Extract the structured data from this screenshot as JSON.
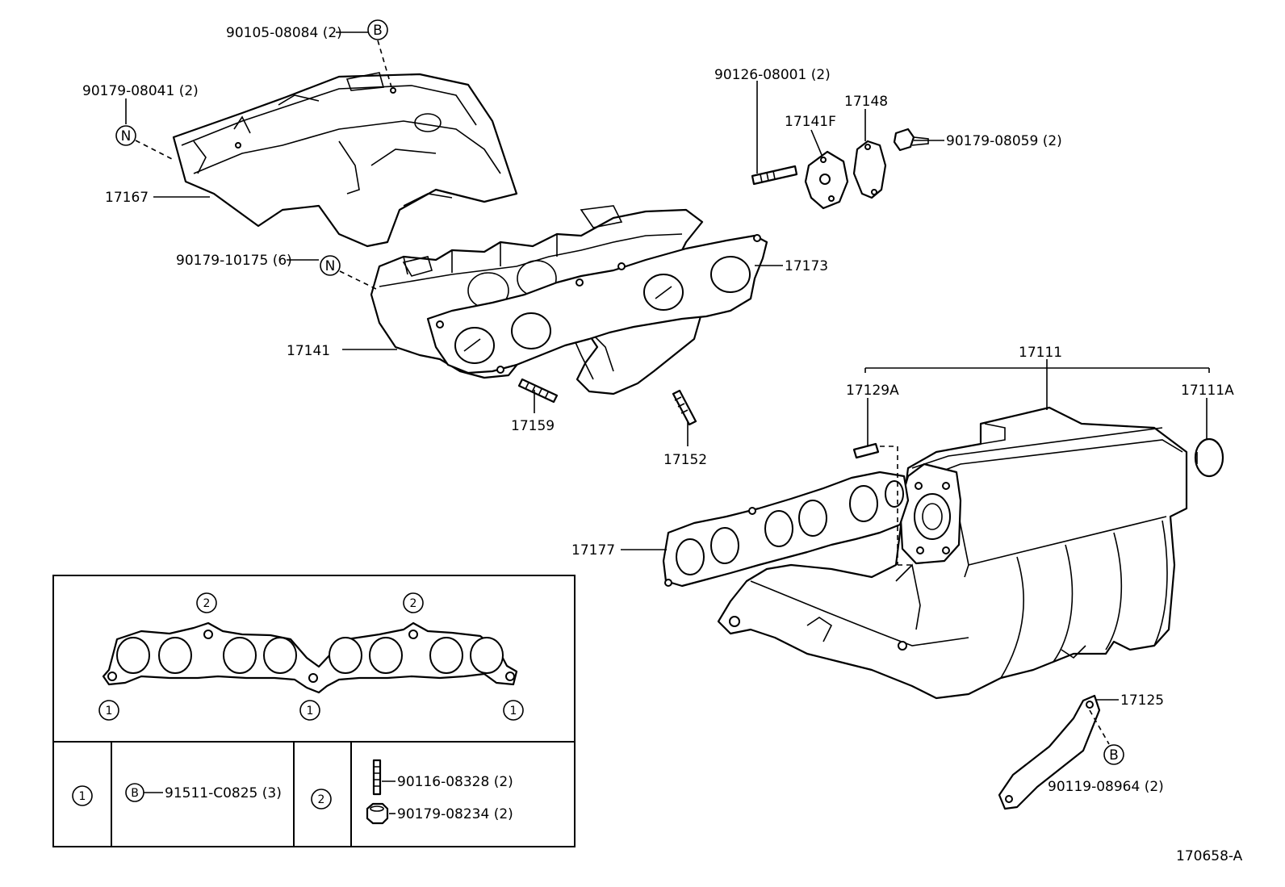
{
  "labels": {
    "p90105": "90105-08084 (2)",
    "p90179_08041": "90179-08041 (2)",
    "p17167": "17167",
    "p90179_10175": "90179-10175 (6)",
    "p17141": "17141",
    "p17159": "17159",
    "p17152": "17152",
    "p90126": "90126-08001 (2)",
    "p17141F": "17141F",
    "p17148": "17148",
    "p90179_08059": "90179-08059 (2)",
    "p17173": "17173",
    "p17111": "17111",
    "p17129A": "17129A",
    "p17111A": "17111A",
    "p17177": "17177",
    "p17125": "17125",
    "p90119": "90119-08964 (2)",
    "ref": "170658-A"
  },
  "symbols": {
    "B": "B",
    "N": "N",
    "one": "1",
    "two": "2"
  },
  "legend": {
    "row1_part": "91511-C0825 (3)",
    "row2_part_a": "90116-08328 (2)",
    "row2_part_b": "90179-08234 (2)"
  }
}
